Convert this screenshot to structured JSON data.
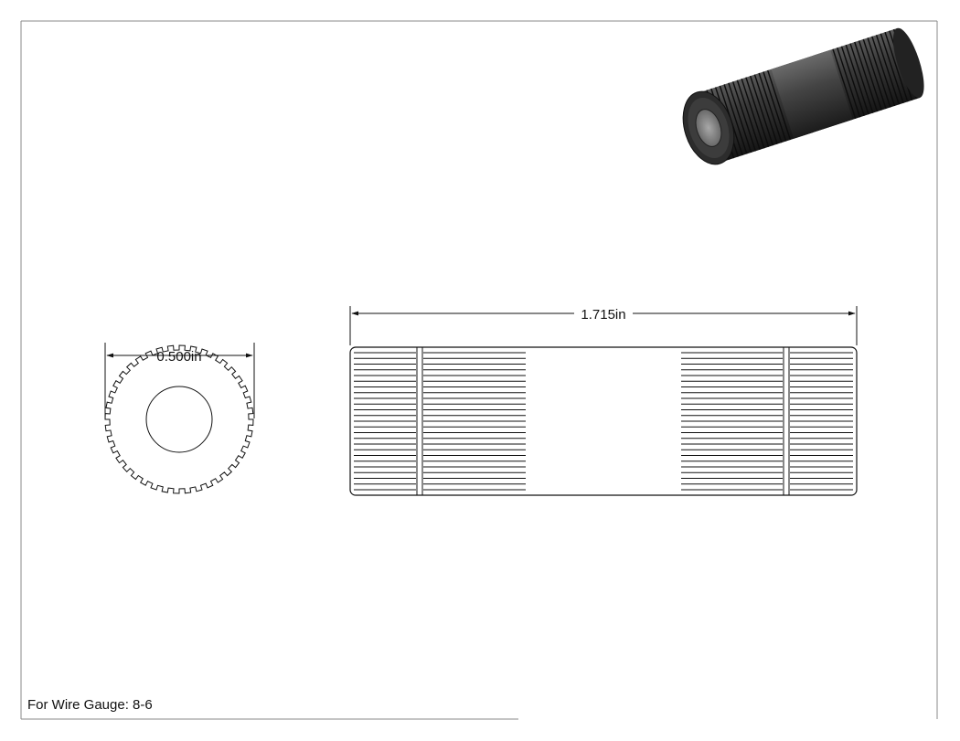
{
  "dimensions": {
    "length": "1.715in",
    "diameter": "0.500in"
  },
  "note": "For Wire Gauge: 8-6",
  "views": [
    "end-view",
    "side-view",
    "isometric-view"
  ],
  "colors": {
    "line": "#111111",
    "body_dark": "#2a2a2a",
    "body_mid": "#4a4a4a",
    "bore": "#8c8c8c"
  }
}
